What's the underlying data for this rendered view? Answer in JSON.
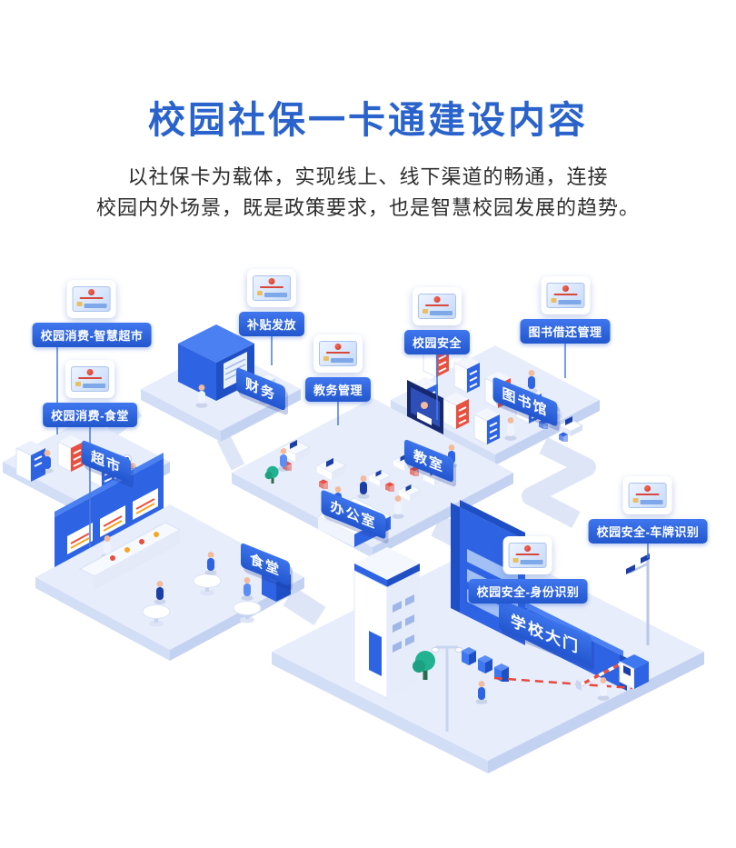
{
  "page": {
    "title": "校园社保一卡通建设内容",
    "subtitle_line1": "以社保卡为载体，实现线上、线下渠道的畅通，连接",
    "subtitle_line2": "校园内外场景，既是政策要求，也是智慧校园发展的趋势。"
  },
  "callouts": [
    {
      "label": "校园消费-智慧超市",
      "icon": "social-security-card"
    },
    {
      "label": "校园消费-食堂",
      "icon": "social-security-card"
    },
    {
      "label": "补贴发放",
      "icon": "social-security-card"
    },
    {
      "label": "教务管理",
      "icon": "social-security-card"
    },
    {
      "label": "校园安全",
      "icon": "social-security-card"
    },
    {
      "label": "图书借还管理",
      "icon": "social-security-card"
    },
    {
      "label": "校园安全-车牌识别",
      "icon": "social-security-card"
    },
    {
      "label": "校园安全-身份识别",
      "icon": "social-security-card"
    }
  ],
  "areas": [
    {
      "label": "财务"
    },
    {
      "label": "超市"
    },
    {
      "label": "教室"
    },
    {
      "label": "图书馆"
    },
    {
      "label": "办公室"
    },
    {
      "label": "食堂"
    },
    {
      "label": "学校大门"
    }
  ],
  "colors": {
    "title_blue": "#2a63cc",
    "pill_blue": "#2f6bdd",
    "building_blue": "#2e63e3",
    "building_dark": "#1f4fc4",
    "platform": "#e7edfb",
    "accent_red": "#e8503f",
    "dashed_lane_red": "#e8473c"
  }
}
